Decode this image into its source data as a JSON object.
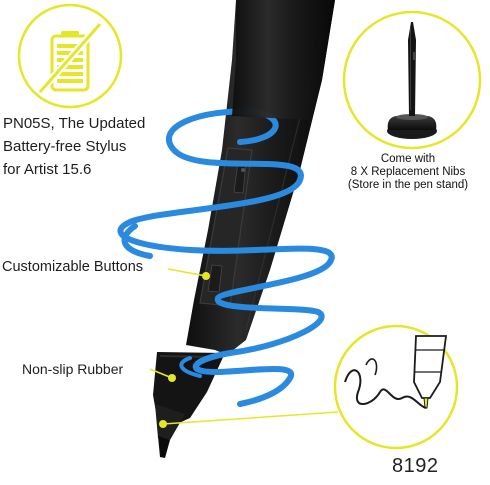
{
  "features": {
    "stylus_name_lines": [
      "PN05S, The Updated",
      "Battery-free Stylus",
      "for Artist 15.6"
    ],
    "stand_lines": [
      "Come with",
      "8 X Replacement Nibs",
      "(Store in the pen stand)"
    ],
    "buttons_label": "Customizable Buttons",
    "rubber_label": "Non-slip Rubber",
    "pressure_levels": "8192"
  },
  "colors": {
    "accent_yellow": "#e6e629",
    "scribble_blue": "#2a8ae0",
    "pen_body": "#1c1c1c",
    "callout_ring": "#f0ea3a"
  },
  "icons": [
    "battery-free-icon",
    "pen-stand-icon",
    "pen-tip-drawing-icon"
  ]
}
